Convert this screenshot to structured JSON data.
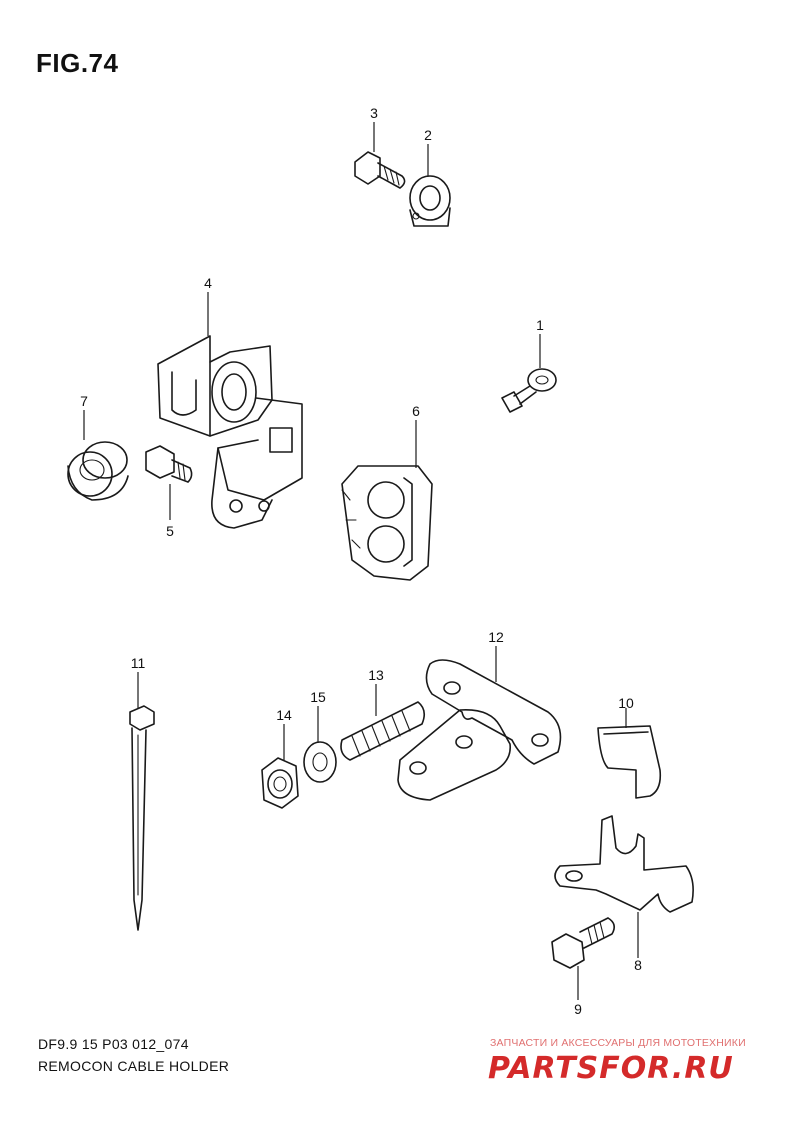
{
  "figure": {
    "title": "FIG.74",
    "code": "DF9.9 15 P03 012_074",
    "caption": "REMOCON CABLE HOLDER"
  },
  "callouts": [
    "1",
    "2",
    "3",
    "4",
    "5",
    "6",
    "7",
    "8",
    "9",
    "10",
    "11",
    "12",
    "13",
    "14",
    "15"
  ],
  "watermark": {
    "tagline": "ЗАПЧАСТИ И АКСЕССУАРЫ ДЛЯ МОТОТЕХНИКИ",
    "logo_text": "PARTSFOR.RU",
    "color": "#d42a2a"
  }
}
